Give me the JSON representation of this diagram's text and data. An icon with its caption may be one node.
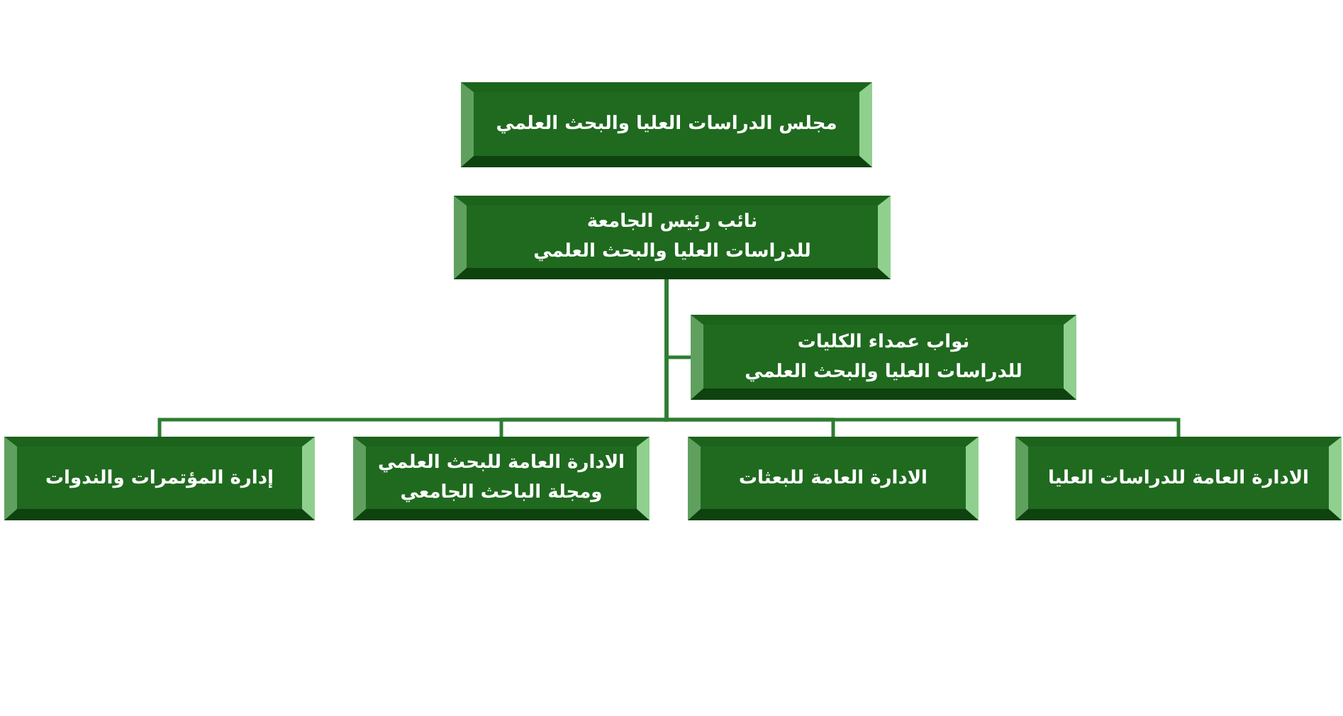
{
  "diagram": {
    "nodes": [
      {
        "text": [
          "مجلس الدراسات العليا والبحث العلمي"
        ]
      },
      {
        "text": [
          "نائب رئيس الجامعة",
          "للدراسات العليا والبحث العلمي"
        ]
      },
      {
        "text": [
          "نواب عمداء الكليات",
          "للدراسات العليا والبحث العلمي"
        ]
      },
      {
        "text": [
          "الادارة العامة للدراسات العليا"
        ]
      },
      {
        "text": [
          "الادارة العامة للبعثات"
        ]
      },
      {
        "text": [
          "الادارة العامة للبحث العلمي ومجلة الباحث الجامعي"
        ]
      },
      {
        "text": [
          "إدارة المؤتمرات والندوات"
        ]
      }
    ],
    "edges": [
      {
        "from": 1,
        "to": 2,
        "arrow": "none"
      },
      {
        "from": 1,
        "to": 3,
        "arrow": "none"
      },
      {
        "from": 1,
        "to": 4,
        "arrow": "none"
      },
      {
        "from": 1,
        "to": 5,
        "arrow": "none"
      },
      {
        "from": 1,
        "to": 6,
        "arrow": "none"
      }
    ]
  }
}
